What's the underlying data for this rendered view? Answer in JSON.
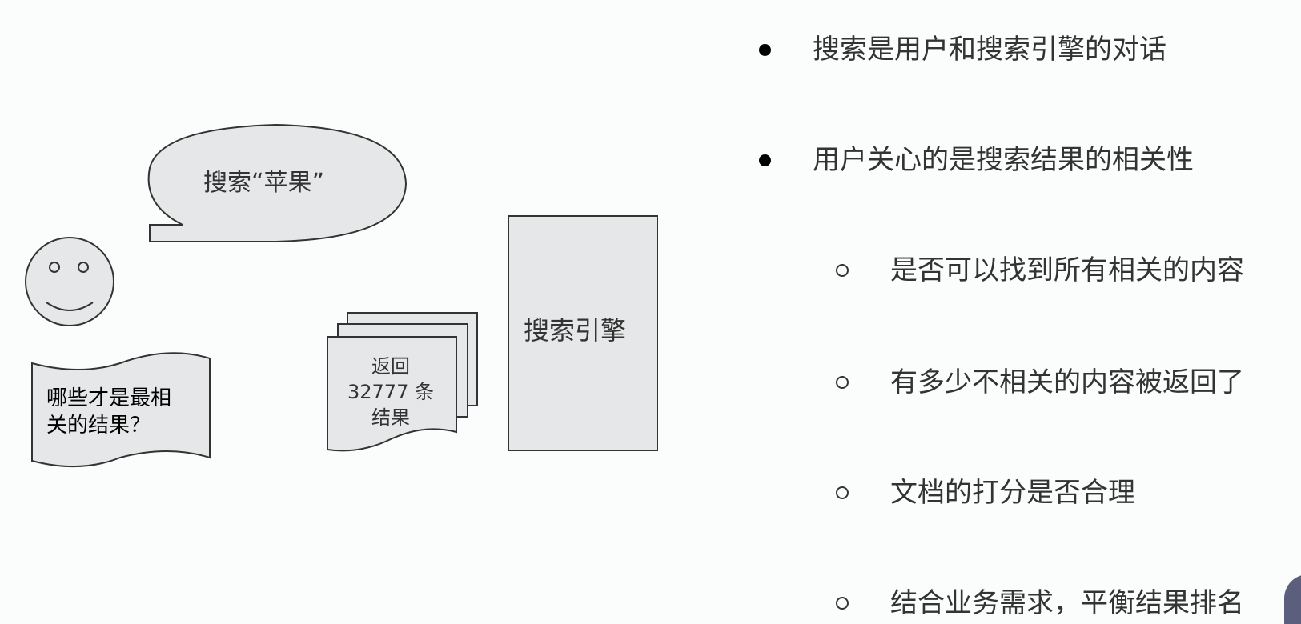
{
  "diagram": {
    "speech_bubble_text": "搜索“苹果”",
    "question_line_1": "哪些才是最相",
    "question_line_2": "关的结果？",
    "results_line_1": "返回",
    "results_line_2": "32777 条",
    "results_line_3": "结果",
    "search_engine_label": "搜索引擎"
  },
  "bullets": {
    "main": [
      "搜索是用户和搜索引擎的对话",
      "用户关心的是搜索结果的相关性"
    ],
    "sub": [
      "是否可以找到所有相关的内容",
      "有多少不相关的内容被返回了",
      "文档的打分是否合理",
      "结合业务需求，平衡结果排名"
    ]
  },
  "colors": {
    "shape_fill": "#e6e7e8",
    "stroke": "#333333",
    "text": "#333333",
    "corner_badge": "#5b5e7d"
  }
}
